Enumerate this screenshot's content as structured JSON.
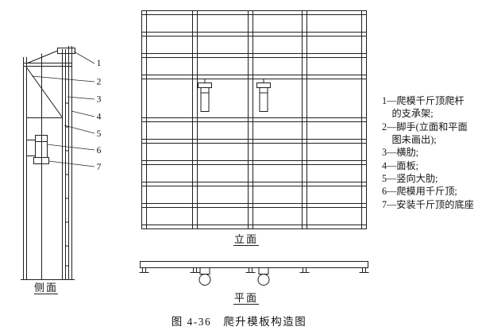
{
  "figure": {
    "caption": "图 4-36　爬升模板构造图",
    "views": {
      "side_label": "侧面",
      "elevation_label": "立面",
      "plan_label": "平面"
    },
    "callouts": [
      "1",
      "2",
      "3",
      "4",
      "5",
      "6",
      "7"
    ],
    "legend_lines": [
      "1—爬模千斤顶爬杆",
      "的支承架;",
      "2—脚手(立面和平面",
      "图未画出);",
      "3—横肋;",
      "4—面板;",
      "5—竖向大肋;",
      "6—爬模用千斤顶;",
      "7—安装千斤顶的底座"
    ],
    "colors": {
      "ink": "#1f1f1f",
      "background": "#ffffff"
    }
  }
}
